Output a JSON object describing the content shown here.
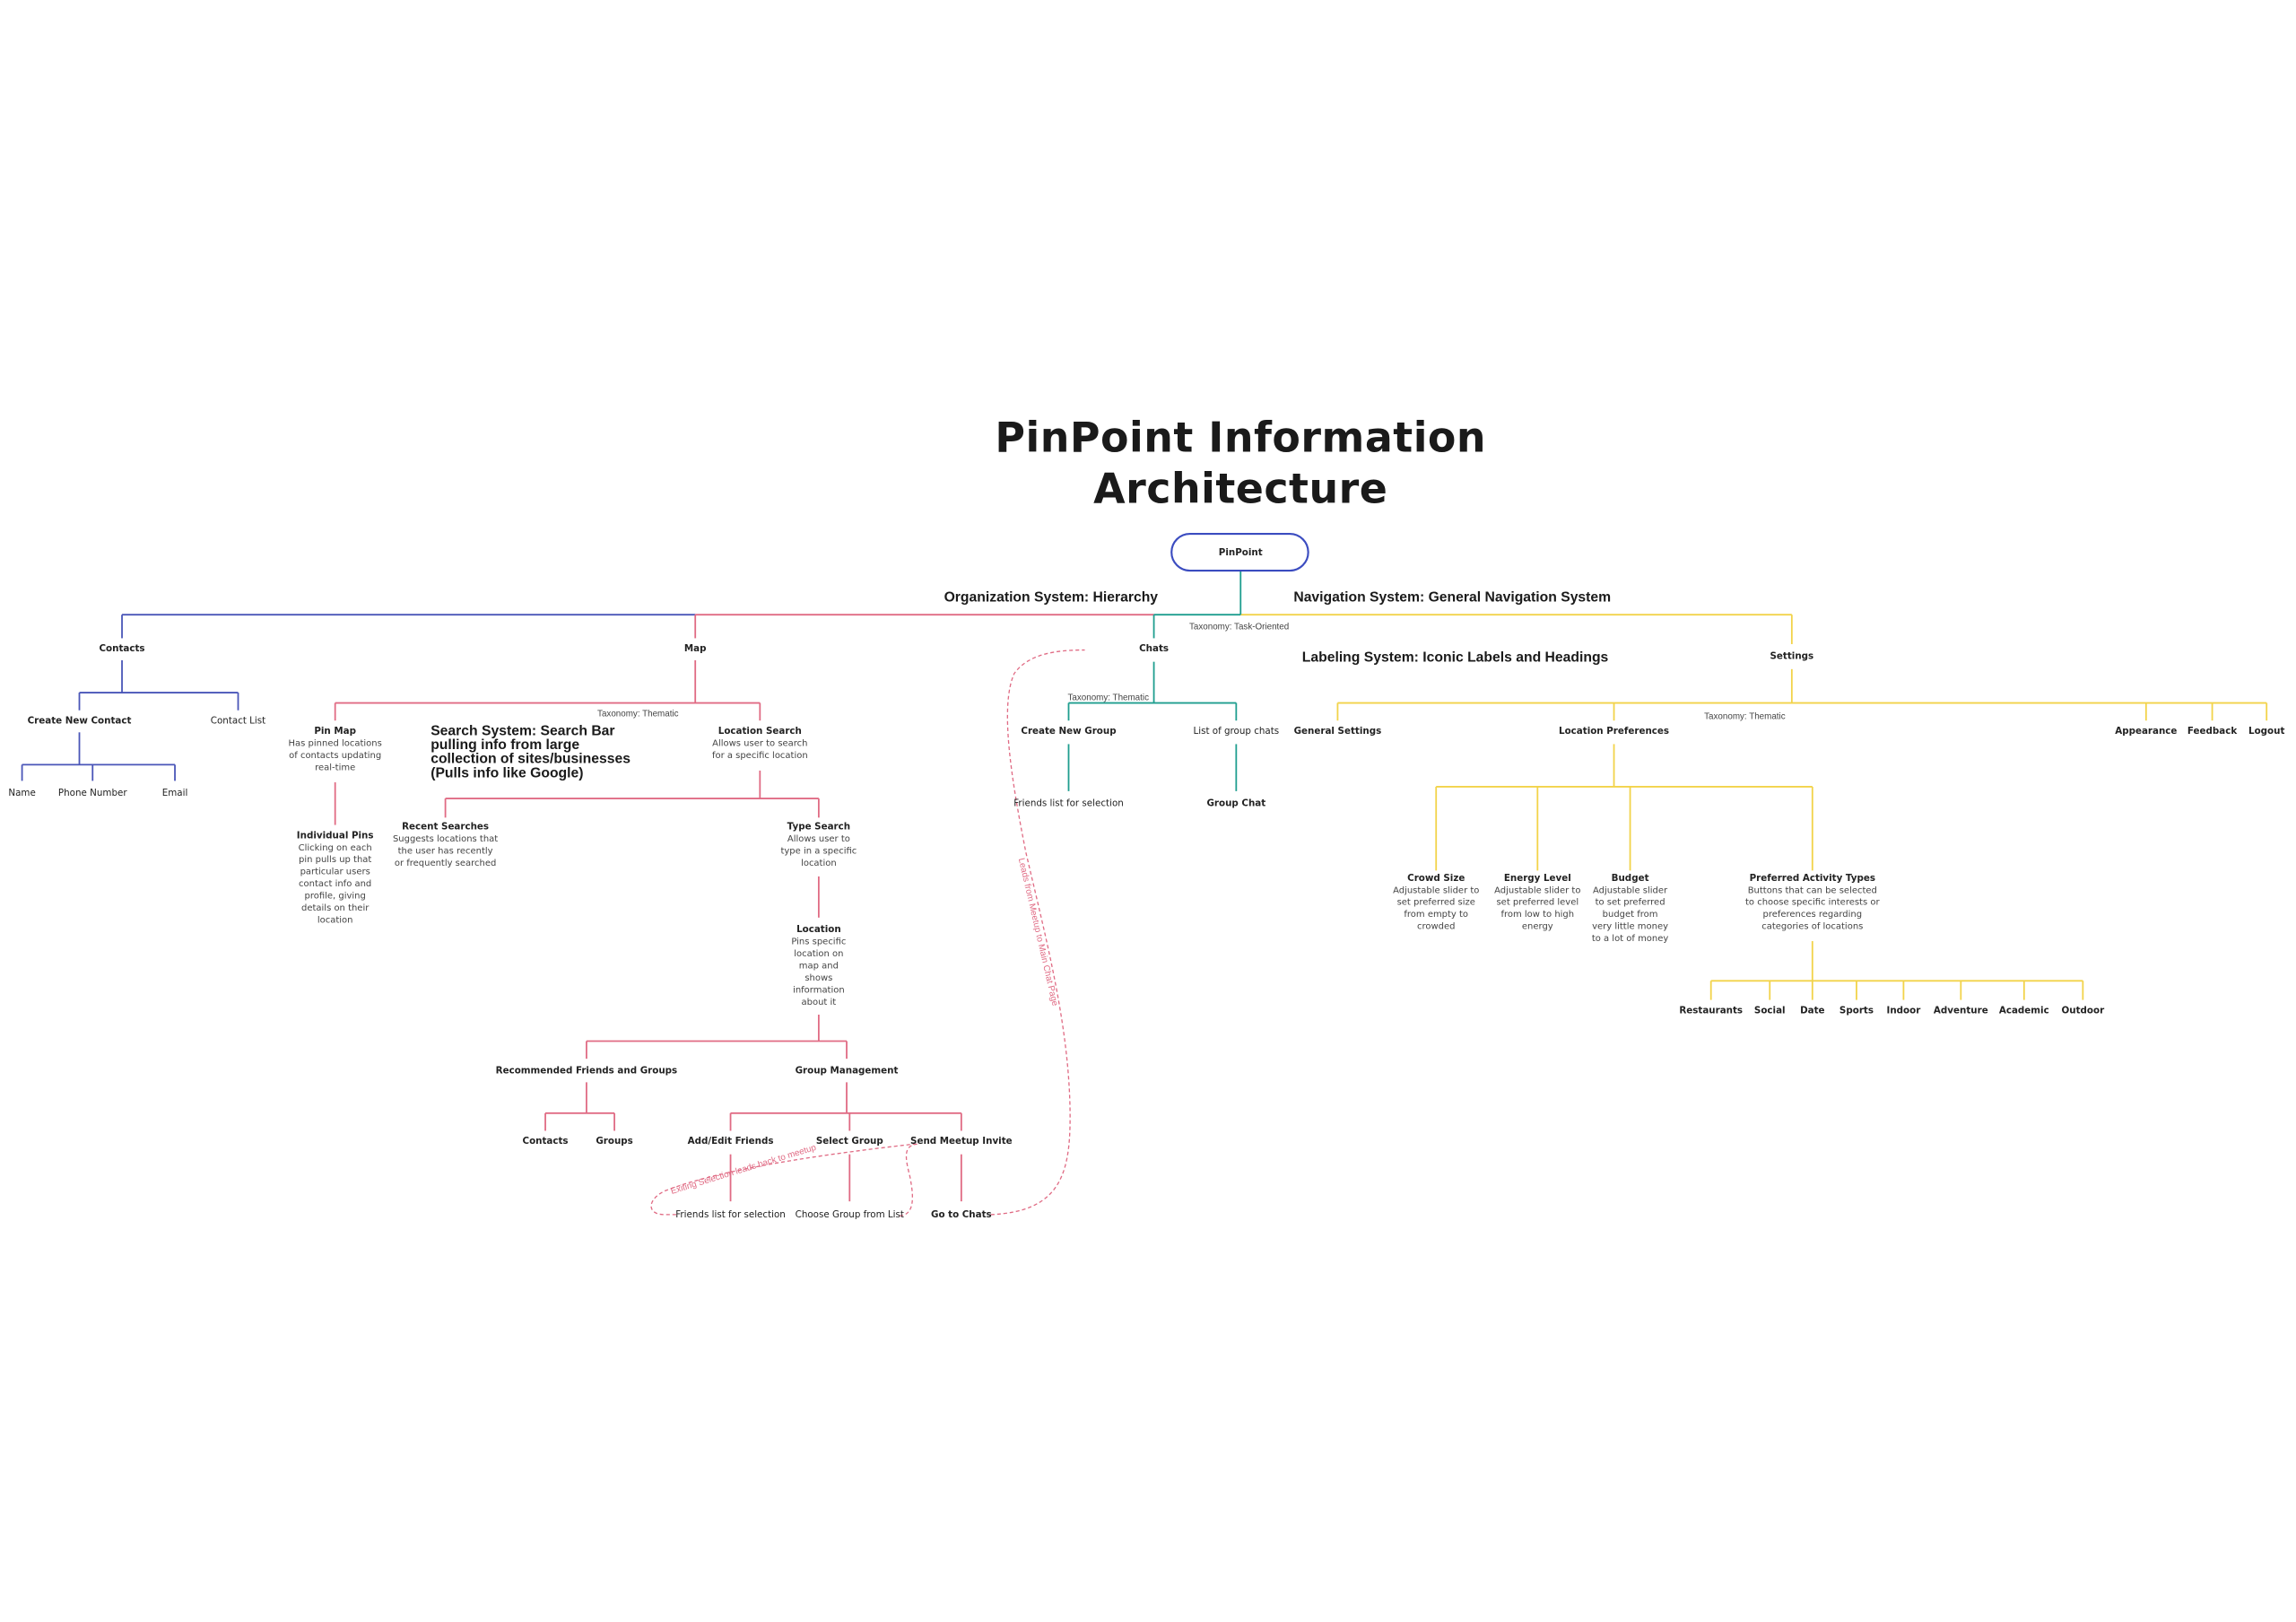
{
  "title": [
    "PinPoint Information",
    "Architecture"
  ],
  "root": "PinPoint",
  "colors": {
    "contacts_branch": "#4a56b8",
    "map_branch": "#e06b84",
    "chats_branch": "#1f9e8f",
    "settings_branch": "#f2d34a",
    "root_outline": "#3b4cc0"
  },
  "annotations": {
    "organization": "Organization System: Hierarchy",
    "navigation": "Navigation System: General Navigation System",
    "labeling": "Labeling System: Iconic Labels and Headings",
    "search": [
      "Search System: Search Bar",
      "pulling info from large",
      "collection of sites/businesses",
      "(Pulls info like Google)"
    ],
    "taxonomy_root": "Taxonomy: Task-Oriented",
    "taxonomy_map": "Taxonomy: Thematic",
    "taxonomy_chats": "Taxonomy: Thematic",
    "taxonomy_settings": "Taxonomy: Thematic",
    "exiting_selection": "Exiting Selection leads back to meetup",
    "leads_to_chat": "Leads from Meetup to Main Chat Page"
  },
  "nodes": {
    "contacts": {
      "title": "Contacts"
    },
    "create_new_contact": {
      "title": "Create New Contact"
    },
    "contact_list": {
      "title": "Contact List"
    },
    "name": {
      "title": "Name"
    },
    "phone_number": {
      "title": "Phone Number"
    },
    "email": {
      "title": "Email"
    },
    "map": {
      "title": "Map"
    },
    "pin_map": {
      "title": "Pin Map",
      "desc": [
        "Has pinned locations",
        "of contacts updating",
        "real-time"
      ]
    },
    "individual_pins": {
      "title": "Individual Pins",
      "desc": [
        "Clicking on each",
        "pin pulls up that",
        "particular users",
        "contact info and",
        "profile, giving",
        "details on their",
        "location"
      ]
    },
    "location_search": {
      "title": "Location Search",
      "desc": [
        "Allows user to search",
        "for a specific location"
      ]
    },
    "recent_searches": {
      "title": "Recent Searches",
      "desc": [
        "Suggests locations that",
        "the user has recently",
        "or frequently searched"
      ]
    },
    "type_search": {
      "title": "Type Search",
      "desc": [
        "Allows user to",
        "type in a specific",
        "location"
      ]
    },
    "location": {
      "title": "Location",
      "desc": [
        "Pins specific",
        "location on",
        "map and",
        "shows",
        "information",
        "about it"
      ]
    },
    "recommended": {
      "title": "Recommended Friends and Groups"
    },
    "group_management": {
      "title": "Group Management"
    },
    "rec_contacts": {
      "title": "Contacts"
    },
    "rec_groups": {
      "title": "Groups"
    },
    "add_edit_friends": {
      "title": "Add/Edit Friends"
    },
    "select_group": {
      "title": "Select Group"
    },
    "send_meetup_invite": {
      "title": "Send Meetup Invite"
    },
    "friends_list_map": {
      "title": "Friends list for selection"
    },
    "choose_group": {
      "title": "Choose Group from List"
    },
    "go_to_chats": {
      "title": "Go to Chats"
    },
    "chats": {
      "title": "Chats"
    },
    "create_new_group": {
      "title": "Create New Group"
    },
    "list_group_chats": {
      "title": "List of group chats"
    },
    "friends_list_chats": {
      "title": "Friends list for selection"
    },
    "group_chat": {
      "title": "Group Chat"
    },
    "settings": {
      "title": "Settings"
    },
    "general_settings": {
      "title": "General Settings"
    },
    "location_preferences": {
      "title": "Location Preferences"
    },
    "appearance": {
      "title": "Appearance"
    },
    "feedback": {
      "title": "Feedback"
    },
    "logout": {
      "title": "Logout"
    },
    "crowd_size": {
      "title": "Crowd Size",
      "desc": [
        "Adjustable slider to",
        "set preferred size",
        "from empty to",
        "crowded"
      ]
    },
    "energy_level": {
      "title": "Energy Level",
      "desc": [
        "Adjustable slider to",
        "set preferred level",
        "from low to high",
        "energy"
      ]
    },
    "budget": {
      "title": "Budget",
      "desc": [
        "Adjustable slider",
        "to set preferred",
        "budget from",
        "very little money",
        "to a lot of money"
      ]
    },
    "preferred_activity_types": {
      "title": "Preferred Activity Types",
      "desc": [
        "Buttons that can be selected",
        "to choose specific interests or",
        "preferences regarding",
        "categories of locations"
      ]
    },
    "restaurants": {
      "title": "Restaurants"
    },
    "social": {
      "title": "Social"
    },
    "date": {
      "title": "Date"
    },
    "sports": {
      "title": "Sports"
    },
    "indoor": {
      "title": "Indoor"
    },
    "adventure": {
      "title": "Adventure"
    },
    "academic": {
      "title": "Academic"
    },
    "outdoor": {
      "title": "Outdoor"
    }
  }
}
